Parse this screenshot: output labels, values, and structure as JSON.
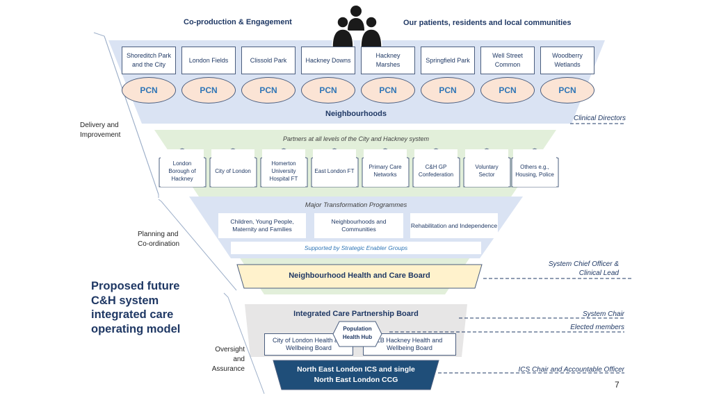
{
  "header": {
    "coproduction": "Co-production & Engagement",
    "patients": "Our patients, residents and local communities"
  },
  "pcns": [
    {
      "name": "Shoreditch Park and the City",
      "label": "PCN"
    },
    {
      "name": "London Fields",
      "label": "PCN"
    },
    {
      "name": "Clissold Park",
      "label": "PCN"
    },
    {
      "name": "Hackney Downs",
      "label": "PCN"
    },
    {
      "name": "Hackney Marshes",
      "label": "PCN"
    },
    {
      "name": "Springfield Park",
      "label": "PCN"
    },
    {
      "name": "Well Street Common",
      "label": "PCN"
    },
    {
      "name": "Woodberry Wetlands",
      "label": "PCN"
    }
  ],
  "neighbourhoods": "Neighbourhoods",
  "partners": {
    "caption": "Partners at all levels of the City and Hackney system",
    "items": [
      "London Borough of Hackney",
      "City of London",
      "Homerton University Hospital FT",
      "East London FT",
      "Primary Care Networks",
      "C&H GP Confederation",
      "Voluntary Sector",
      "Others e.g., Housing, Police"
    ]
  },
  "programmes": {
    "caption": "Major Transformation Programmes",
    "items": [
      "Children, Young People, Maternity and Families",
      "Neighbourhoods and Communities",
      "Rehabilitation and Independence"
    ],
    "enablers": "Supported by Strategic Enabler Groups"
  },
  "boards": {
    "nhcb": "Neighbourhood Health and Care Board",
    "icpb": "Integrated Care Partnership Board",
    "hub": "Population Health Hub",
    "city_hwb": "City of London Health and Wellbeing Board",
    "lbh_hwb": "LB Hackney Health and Wellbeing Board",
    "nel": "North East London ICS and single North East London CCG"
  },
  "side_labels": {
    "delivery": "Delivery and Improvement",
    "planning": "Planning and Co-ordination",
    "oversight": "Oversight and Assurance"
  },
  "title": "Proposed future C&H system integrated care operating model",
  "roles": {
    "clinical_directors": "Clinical Directors",
    "system_chief": "System Chief Officer & Clinical Lead",
    "system_chair": "System Chair",
    "elected": "Elected members",
    "ics_chair": "ICS Chair and Accountable Officer"
  },
  "page_number": "7",
  "colors": {
    "navy": "#1f3864",
    "blue_band": "#dae3f3",
    "green_band": "#e2efda",
    "pcn_fill": "#fbe4d5",
    "board_yellow": "#fff2cc",
    "nel_fill": "#1f4e79",
    "grey_panel": "#e7e6e6"
  },
  "icons": [
    "people-group-icon"
  ]
}
